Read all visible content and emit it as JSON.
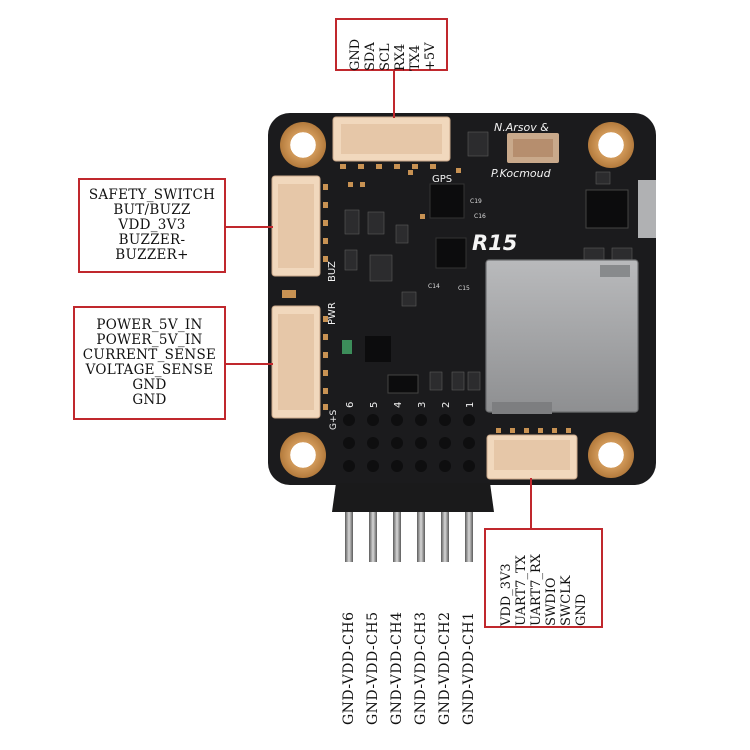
{
  "gps_connector": {
    "pins": [
      "GND",
      "SDA",
      "SCL",
      "RX4",
      "TX4",
      "+5V"
    ]
  },
  "safety_connector": {
    "pins": [
      "SAFETY_SWITCH",
      "BUT/BUZZ",
      "VDD_3V3",
      "BUZZER-",
      "BUZZER+"
    ]
  },
  "power_connector": {
    "pins": [
      "POWER_5V_IN",
      "POWER_5V_IN",
      "CURRENT_SENSE",
      "VOLTAGE_SENSE",
      "GND",
      "GND"
    ]
  },
  "swd_connector": {
    "pins": [
      "VDD_3V3",
      "UART7_TX",
      "UART7_RX",
      "SWDIO",
      "SWCLK",
      "GND"
    ]
  },
  "pwm_channels": [
    "GND-VDD-CH6",
    "GND-VDD-CH5",
    "GND-VDD-CH4",
    "GND-VDD-CH3",
    "GND-VDD-CH2",
    "GND-VDD-CH1"
  ],
  "board": {
    "credit_line1": "N.Arsov &",
    "credit_line2": "P.Kocmoud",
    "gps_label": "GPS",
    "model": "R15",
    "pwr_label": "PWR",
    "buz_label": "BUZ",
    "pin_numbers": [
      "6",
      "5",
      "4",
      "3",
      "2",
      "1"
    ],
    "rail_label": "G+S",
    "components": [
      "C14",
      "C15",
      "C16",
      "C19"
    ],
    "colors": {
      "pcb": "#1b1b1d",
      "pad": "#c89253",
      "connector": "#f1d8bd",
      "sd_card": "#a5a6a8",
      "pin": "#2a2a2a"
    }
  }
}
